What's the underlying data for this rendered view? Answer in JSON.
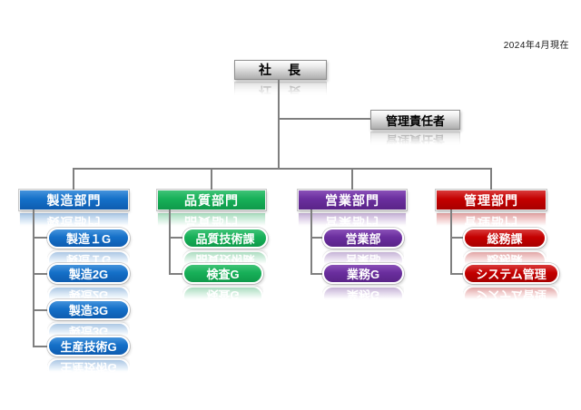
{
  "page": {
    "as_of": "2024年4月現在"
  },
  "chart": {
    "type": "org-chart",
    "root": {
      "label": "社　長"
    },
    "staff": {
      "label": "管理責任者"
    },
    "departments": [
      {
        "label": "製造部門",
        "color": "#1470c8",
        "units": [
          "製造１G",
          "製造2G",
          "製造3G",
          "生産技術G"
        ]
      },
      {
        "label": "品質部門",
        "color": "#17b058",
        "units": [
          "品質技術課",
          "検査G"
        ]
      },
      {
        "label": "営業部門",
        "color": "#6a2e9e",
        "units": [
          "営業部",
          "業務G"
        ]
      },
      {
        "label": "管理部門",
        "color": "#c40000",
        "units": [
          "総務課",
          "システム管理"
        ]
      }
    ],
    "connector_color": "#7f7f7f",
    "silver_box_color": "#c6c6c6"
  }
}
